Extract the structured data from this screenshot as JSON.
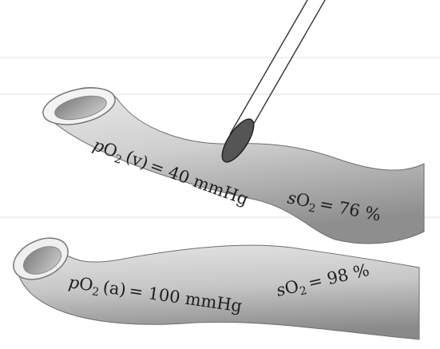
{
  "vein": {
    "po2": {
      "symbol": "p",
      "molecule": "O",
      "subscript": "2",
      "site": "(v)",
      "equals": "= 40 mmHg"
    },
    "so2": {
      "symbol": "s",
      "molecule": "O",
      "subscript": "2",
      "equals": "= 76 %"
    }
  },
  "artery": {
    "po2": {
      "symbol": "p",
      "molecule": "O",
      "subscript": "2",
      "site": "(a)",
      "equals": "= 100 mmHg"
    },
    "so2": {
      "symbol": "s",
      "molecule": "O",
      "subscript": "2",
      "equals": "= 98 %"
    }
  },
  "colors": {
    "vessel_light": "#f4f4f4",
    "vessel_mid": "#c8c8c8",
    "vessel_dark": "#8c8c8c",
    "probe_tip": "#555555"
  }
}
